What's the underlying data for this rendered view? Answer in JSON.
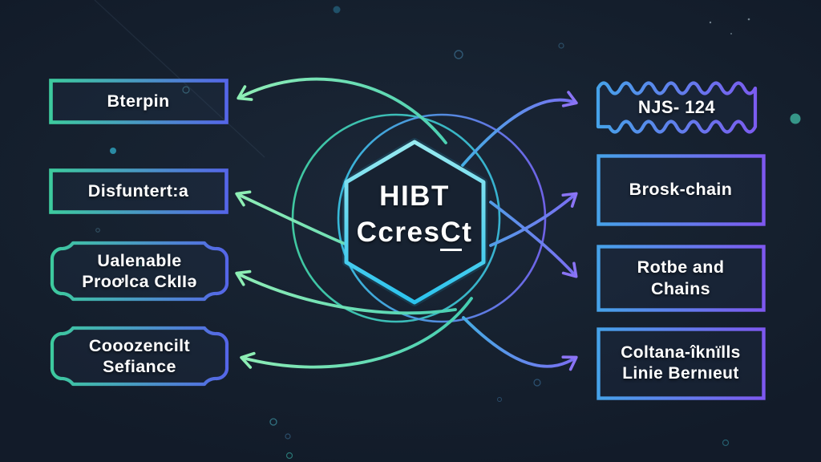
{
  "colors": {
    "background": "#16212f",
    "teal_accent": "#3dcb9e",
    "mint_arrow": "#8deeb4",
    "blue_accent": "#46a2e9",
    "purple_accent": "#7e58f0",
    "hexagon_cyan": "#2bc3ee",
    "text": "#ffffff"
  },
  "center": {
    "line1": "HIBT",
    "line2_pre": "Ccres",
    "line2_underlined": "C",
    "line2_post": "t"
  },
  "left_boxes": [
    {
      "shape": "rect",
      "lines": [
        "Bterpin",
        ""
      ]
    },
    {
      "shape": "rect",
      "lines": [
        "Disfuntert:a",
        ""
      ]
    },
    {
      "shape": "plaque",
      "lines": [
        "Ualenable",
        "Proơlca CkIIə"
      ]
    },
    {
      "shape": "plaque",
      "lines": [
        "Cooozencilt",
        "Sefiance"
      ]
    }
  ],
  "right_boxes": [
    {
      "shape": "wavy",
      "lines": [
        "NJS- 124",
        ""
      ]
    },
    {
      "shape": "rect",
      "lines": [
        "Brosk-chain",
        ""
      ]
    },
    {
      "shape": "rect",
      "lines": [
        "Rotbe and",
        "Chains"
      ]
    },
    {
      "shape": "rect",
      "lines": [
        "Coltana-îknïlls",
        "Linie Bernıeut"
      ]
    }
  ]
}
